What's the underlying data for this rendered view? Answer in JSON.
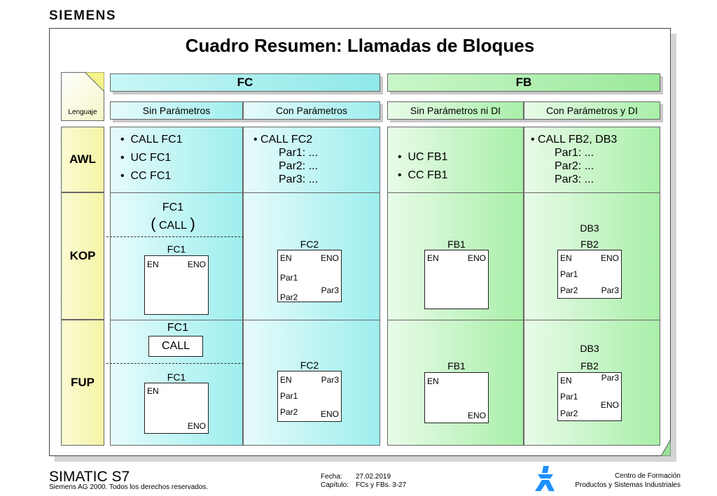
{
  "brand": "SIEMENS",
  "title": "Cuadro Resumen: Llamadas de Bloques",
  "lenguaje": "Lenguaje",
  "headers": {
    "fc": "FC",
    "fb": "FB"
  },
  "subheaders": [
    "Sin Parámetros",
    "Con Parámetros",
    "Sin Parámetros ni DI",
    "Con Parámetros y DI"
  ],
  "rows": [
    "AWL",
    "KOP",
    "FUP"
  ],
  "awl": {
    "c1": [
      "CALL  FC1",
      "UC  FC1",
      "CC  FC1"
    ],
    "c2": {
      "call": "CALL  FC2",
      "params": [
        "Par1: ...",
        "Par2: ...",
        "Par3: ..."
      ]
    },
    "c3": [
      "UC  FB1",
      "CC  FB1"
    ],
    "c4": {
      "call": "CALL  FB2, DB3",
      "params": [
        "Par1: ...",
        "Par2: ...",
        "Par3: ..."
      ]
    }
  },
  "kop": {
    "c1": {
      "label": "FC1",
      "call_open": "(",
      "call_text": "CALL",
      "call_close": ")",
      "box": "FC1",
      "en": "EN",
      "eno": "ENO"
    },
    "c2": {
      "box": "FC2",
      "en": "EN",
      "eno": "ENO",
      "par1": "Par1",
      "par2": "Par2",
      "par3": "Par3"
    },
    "c3": {
      "box": "FB1",
      "en": "EN",
      "eno": "ENO"
    },
    "c4": {
      "db": "DB3",
      "box": "FB2",
      "en": "EN",
      "eno": "ENO",
      "par1": "Par1",
      "par2": "Par2",
      "par3": "Par3"
    }
  },
  "fup": {
    "c1": {
      "label": "FC1",
      "call": "CALL",
      "box": "FC1",
      "en": "EN",
      "eno": "ENO"
    },
    "c2": {
      "box": "FC2",
      "en": "EN",
      "par3": "Par3",
      "par1": "Par1",
      "par2": "Par2",
      "eno": "ENO"
    },
    "c3": {
      "box": "FB1",
      "en": "EN",
      "eno": "ENO"
    },
    "c4": {
      "db": "DB3",
      "box": "FB2",
      "en": "EN",
      "par3": "Par3",
      "par1": "Par1",
      "eno": "ENO",
      "par2": "Par2"
    }
  },
  "footer": {
    "product": "SIMATIC S7",
    "copyright": "Siemens AG 2000. Todos los derechos reservados.",
    "fecha_label": "Fecha:",
    "fecha": "27.02.2019",
    "capitulo_label": "Capítulo:",
    "capitulo": "FCs y FBs. 3-27",
    "centro1": "Centro de Formación",
    "centro2": "Productos y Sistemas Industriales"
  },
  "colors": {
    "fc": "#9eeeee",
    "fb": "#a9efa9",
    "row": "#f4f4a6",
    "logo": "#1e90ff"
  }
}
